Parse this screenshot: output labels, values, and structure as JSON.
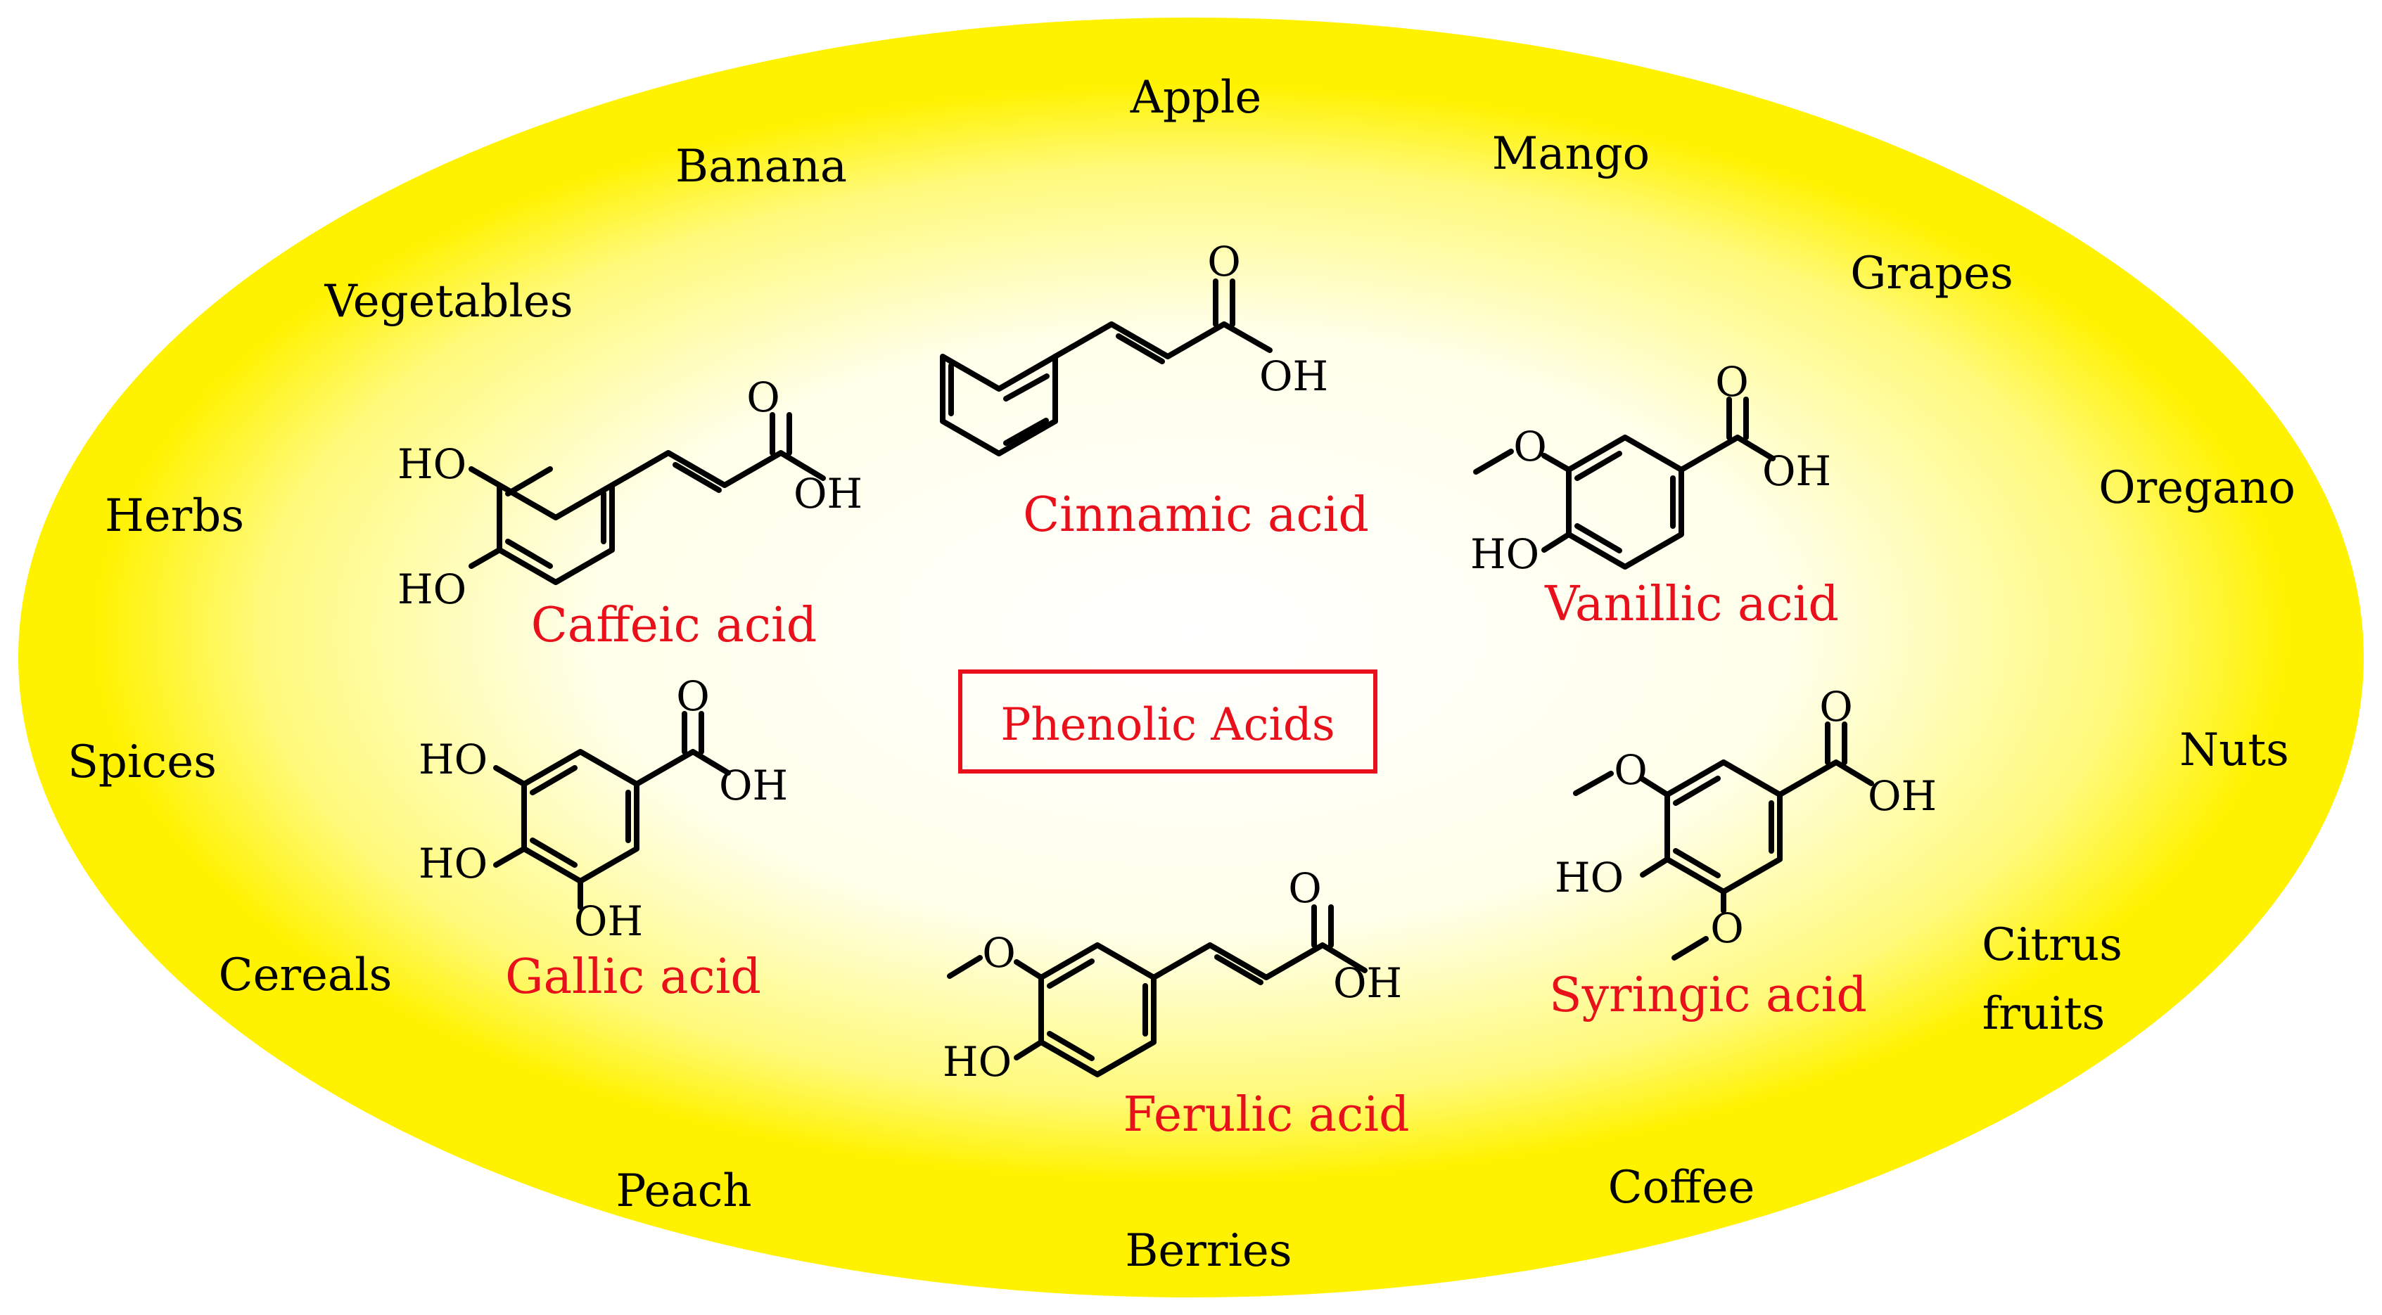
{
  "center_label": "Phenolic Acids",
  "sources": [
    "Apple",
    "Banana",
    "Mango",
    "Vegetables",
    "Grapes",
    "Herbs",
    "Oregano",
    "Spices",
    "Nuts",
    "Cereals",
    "Citrus",
    "fruits",
    "Peach",
    "Coffee",
    "Berries"
  ],
  "compounds": [
    "Cinnamic acid",
    "Caffeic acid",
    "Vanillic acid",
    "Gallic acid",
    "Syringic acid",
    "Ferulic acid"
  ],
  "atoms": {
    "O": "O",
    "OH": "OH",
    "HO": "HO"
  },
  "colors": {
    "ellipse_outer": "#fff200",
    "ellipse_inner": "#ffffff",
    "compound_name": "#e8101a",
    "center_box": "#e8101a",
    "structure": "#000000",
    "text": "#000000"
  }
}
